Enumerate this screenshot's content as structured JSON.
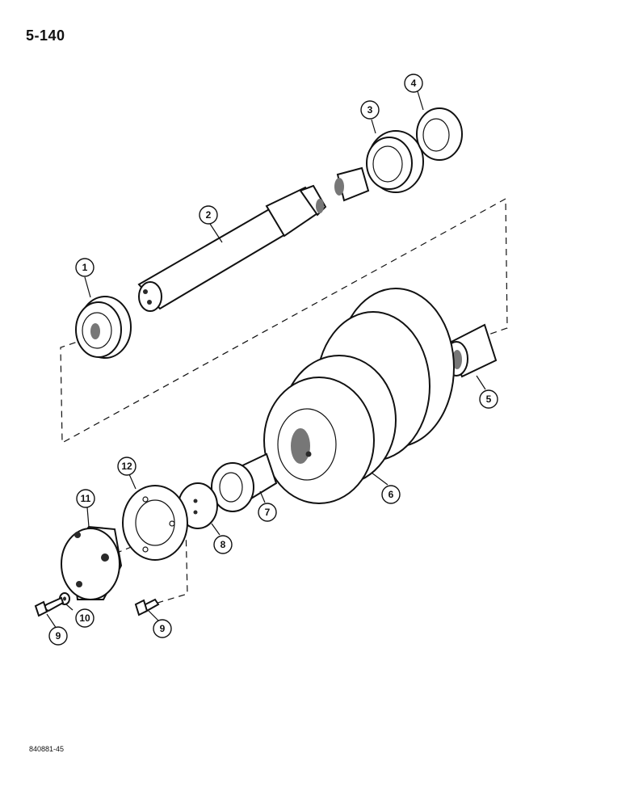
{
  "page": {
    "number": "5-140",
    "doc_code": "840881-45"
  },
  "callouts": [
    "1",
    "2",
    "3",
    "4",
    "5",
    "6",
    "7",
    "8",
    "9",
    "10",
    "11",
    "12",
    "9"
  ]
}
